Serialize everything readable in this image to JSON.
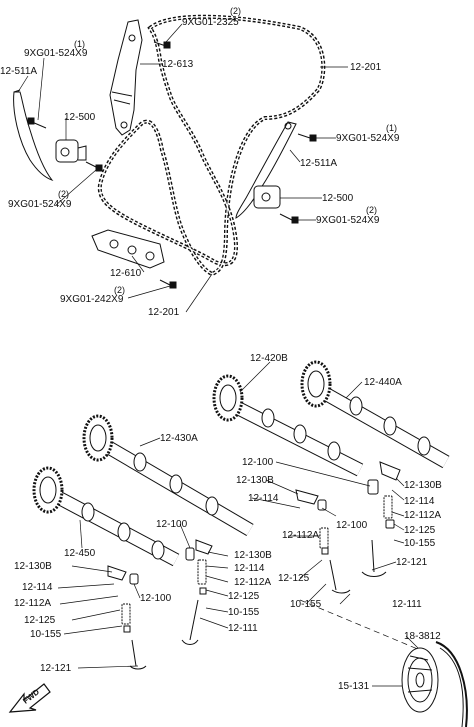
{
  "upper": {
    "bolt_2325": "9XG01-2325",
    "bolt_2325_qty": "(2)",
    "guide_613": "12-613",
    "chain_top": "12-201",
    "chain_bottom": "12-201",
    "bolt_524_top_left": "9XG01-524X9",
    "bolt_524_top_left_qty": "(1)",
    "guide_511a_left": "12-511A",
    "tensioner_500_left": "12-500",
    "bolt_524_bottom_left": "9XG01-524X9",
    "bolt_524_bottom_left_qty": "(2)",
    "bolt_524_right_top": "9XG01-524X9",
    "bolt_524_right_top_qty": "(1)",
    "guide_511a_right": "12-511A",
    "tensioner_500_right": "12-500",
    "bolt_524_right_bottom": "9XG01-524X9",
    "bolt_524_right_bottom_qty": "(2)",
    "guide_610": "12-610",
    "bolt_242": "9XG01-242X9",
    "bolt_242_qty": "(2)"
  },
  "lower": {
    "cam_420b": "12-420B",
    "cam_440a": "12-440A",
    "cam_430a": "12-430A",
    "cam_450": "12-450",
    "lash_100_a": "12-100",
    "arm_130b_a": "12-130B",
    "pin_114_a": "12-114",
    "lash_100_b": "12-100",
    "seat_112a_a": "12-112A",
    "arm_130b_b": "12-130B",
    "pin_114_b": "12-114",
    "seat_112a_b": "12-112A",
    "spring_125_a": "12-125",
    "seal_155_a": "10-155",
    "valve_121_a": "12-121",
    "lash_100_c": "12-100",
    "arm_130b_c": "12-130B",
    "pin_114_c": "12-114",
    "seat_112a_c": "12-112A",
    "spring_125_b": "12-125",
    "seal_155_b": "10-155",
    "valve_111_a": "12-111",
    "spring_125_c": "12-125",
    "seal_155_c": "10-155",
    "valve_111_b": "12-111",
    "arm_130b_d": "12-130B",
    "pin_114_d": "12-114",
    "seat_112a_d": "12-112A",
    "lash_100_d": "12-100",
    "spring_125_d": "12-125",
    "seal_155_d": "10-155",
    "valve_121_b": "12-121",
    "pulley_3812": "18-3812",
    "belt_131": "15-131",
    "fwd": "FWD"
  }
}
